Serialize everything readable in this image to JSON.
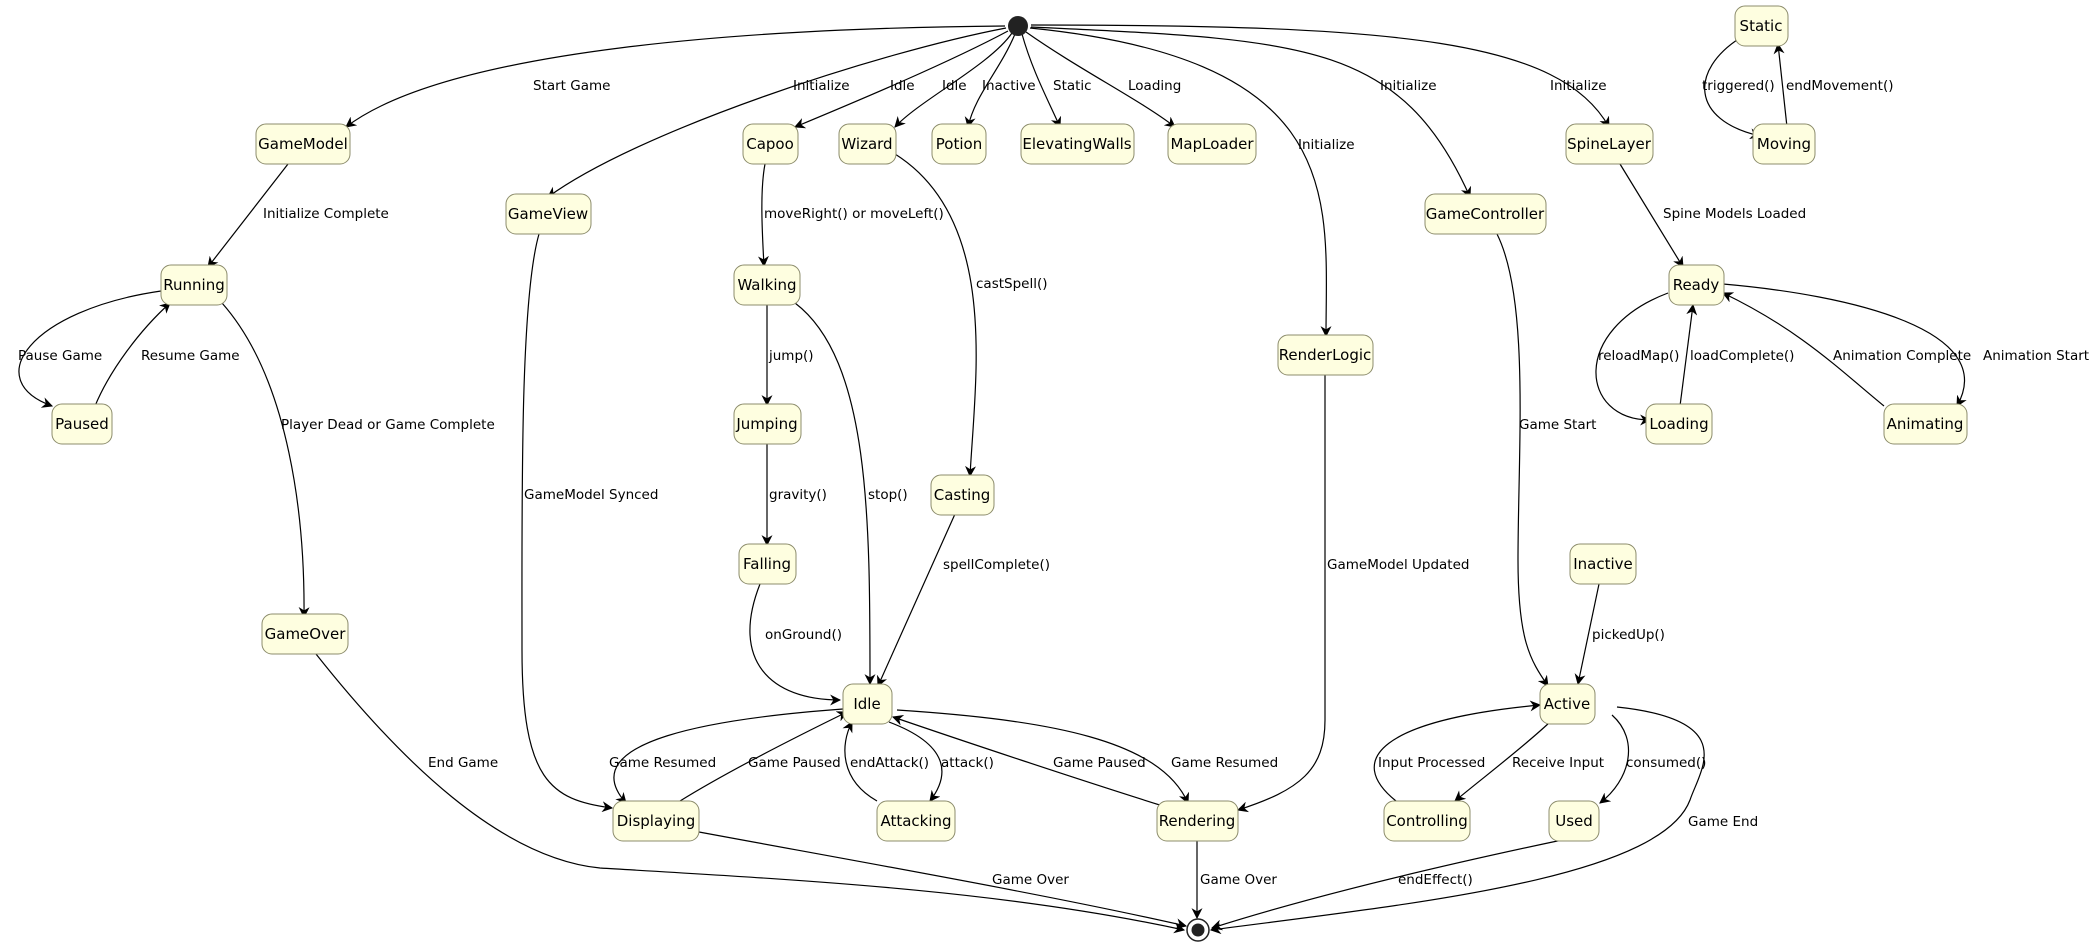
{
  "colors": {
    "node_fill": "#fefee0",
    "node_stroke": "#8c8c6c",
    "edge": "#000000",
    "start": "#222222"
  },
  "states": {
    "gamemodel": "GameModel",
    "running": "Running",
    "paused": "Paused",
    "gameover": "GameOver",
    "gameview": "GameView",
    "displaying": "Displaying",
    "capoo": "Capoo",
    "walking": "Walking",
    "jumping": "Jumping",
    "falling": "Falling",
    "wizard": "Wizard",
    "casting": "Casting",
    "idle": "Idle",
    "attacking": "Attacking",
    "potion": "Potion",
    "elevatingwalls": "ElevatingWalls",
    "maploader": "MapLoader",
    "renderlogic": "RenderLogic",
    "rendering": "Rendering",
    "gamecontroller": "GameController",
    "inactive": "Inactive",
    "active": "Active",
    "controlling": "Controlling",
    "used": "Used",
    "spinelayer": "SpineLayer",
    "ready": "Ready",
    "loading": "Loading",
    "animating": "Animating",
    "static": "Static",
    "moving": "Moving"
  },
  "transitions": {
    "start_game": "Start Game",
    "initialize_gameview": "Initialize",
    "idle_capoo": "Idle",
    "idle_wizard": "Idle",
    "inactive_potion": "Inactive",
    "static_walls": "Static",
    "loading_maploader": "Loading",
    "initialize_renderlogic": "Initialize",
    "initialize_gamecontroller": "Initialize",
    "initialize_spinelayer": "Initialize",
    "initialize_complete": "Initialize Complete",
    "pause_game": "Pause Game",
    "resume_game": "Resume Game",
    "player_dead": "Player Dead or Game Complete",
    "end_game": "End Game",
    "gamemodel_synced": "GameModel Synced",
    "move": "moveRight() or moveLeft()",
    "jump": "jump()",
    "gravity": "gravity()",
    "onground": "onGround()",
    "stop": "stop()",
    "cast_spell": "castSpell()",
    "spell_complete": "spellComplete()",
    "game_resumed_displaying": "Game Resumed",
    "game_paused_displaying": "Game Paused",
    "end_attack": "endAttack()",
    "attack": "attack()",
    "game_paused_rendering": "Game Paused",
    "game_resumed_rendering": "Game Resumed",
    "game_over_displaying": "Game Over",
    "game_over_rendering": "Game Over",
    "gamemodel_updated": "GameModel Updated",
    "game_start": "Game Start",
    "picked_up": "pickedUp()",
    "input_processed": "Input Processed",
    "receive_input": "Receive Input",
    "consumed": "consumed()",
    "end_effect": "endEffect()",
    "game_end": "Game End",
    "spine_models_loaded": "Spine Models Loaded",
    "reload_map": "reloadMap()",
    "load_complete": "loadComplete()",
    "animation_complete": "Animation Complete",
    "animation_start": "Animation Start",
    "triggered": "triggered()",
    "end_movement": "endMovement()"
  }
}
